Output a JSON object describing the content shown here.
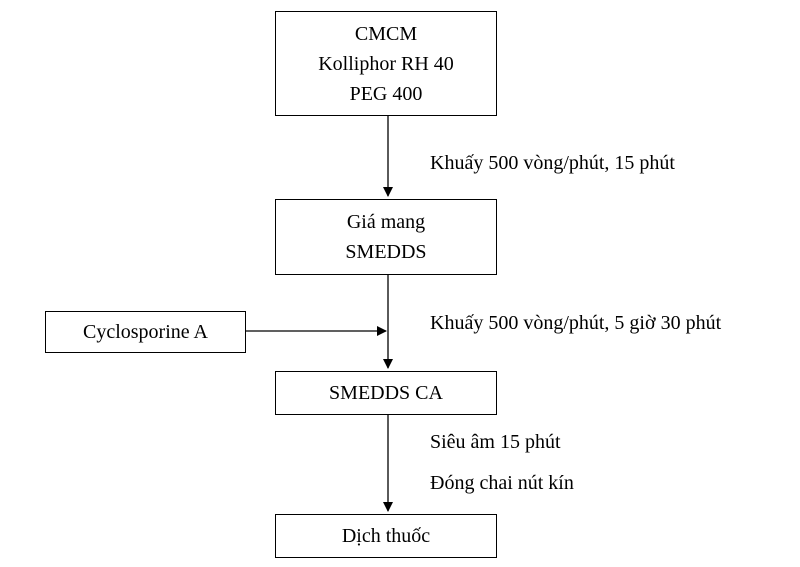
{
  "boxes": {
    "start": {
      "lines": [
        "CMCM",
        "Kolliphor RH 40",
        "PEG 400"
      ]
    },
    "carrier": {
      "lines": [
        "Giá mang",
        "SMEDDS"
      ]
    },
    "drug": {
      "label": "Cyclosporine A"
    },
    "smedds_ca": {
      "label": "SMEDDS CA"
    },
    "product": {
      "label": "Dịch thuốc"
    }
  },
  "steps": {
    "step1": "Khuấy 500 vòng/phút, 15 phút",
    "step2": "Khuấy 500 vòng/phút, 5 giờ 30 phút",
    "step3a": "Siêu âm 15 phút",
    "step3b": "Đóng chai nút kín"
  },
  "colors": {
    "stroke": "#000000",
    "background": "#ffffff"
  }
}
